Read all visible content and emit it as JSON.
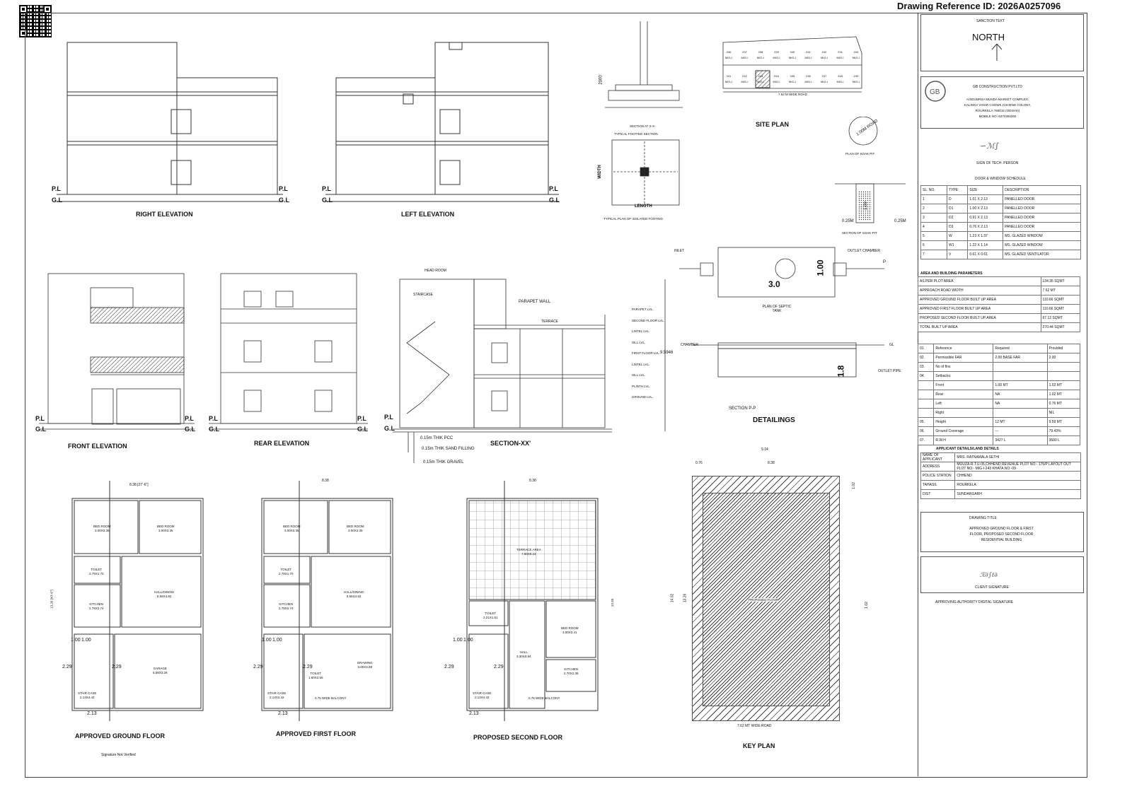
{
  "header": {
    "reference": "Drawing Reference ID: 2026A0257096"
  },
  "views": {
    "right_elevation": "RIGHT ELEVATION",
    "left_elevation": "LEFT ELEVATION",
    "front_elevation": "FRONT ELEVATION",
    "rear_elevation": "REAR ELEVATION",
    "section": "SECTION-XX'",
    "site_plan": "SITE PLAN",
    "detailings": "DETAILINGS",
    "ground_floor": "APPROVED GROUND FLOOR",
    "first_floor": "APPROVED FIRST FLOOR",
    "second_floor": "PROPOSED SECOND FLOOR",
    "key_plan": "KEY PLAN"
  },
  "levels": {
    "pl": "P.L",
    "gl": "G.L"
  },
  "section_notes": {
    "pcc": "0.15m THIK PCC",
    "sand": "0.15m THIK SAND FILLING",
    "gravel": "0.15m THIK GRAVEL",
    "parapet": "PARAPET WALL",
    "terrace": "TERRACE",
    "head_room": "HEAD ROOM",
    "height": "9.5946",
    "staircase": "STAIRCASE",
    "levels": [
      "PARAPET LVL.",
      "SECOND FLOOR LVL.",
      "LINTEL LVL.",
      "SILL LVL.",
      "FIRST FLOOR LVL.",
      "LINTEL LVL.",
      "SILL LVL.",
      "PLINTH LVL.",
      "GROUND LVL."
    ]
  },
  "site": {
    "road": "7.62 M WIDE ROAD",
    "plots_top": [
      "236",
      "237",
      "238",
      "239",
      "240",
      "241",
      "242",
      "231",
      "244"
    ],
    "plots_bottom": [
      "241",
      "242",
      "243",
      "244",
      "245",
      "246",
      "247",
      "248",
      "249"
    ],
    "plot_type": "MIG-I"
  },
  "footing": {
    "section": "SECTION AT X-X",
    "title": "TYPICAL FOOTING SECTION",
    "plan": "TYPICAL PLAN OF ISOLATED FOOTING",
    "length": "LENGTH",
    "width": "WIDTH",
    "depth": "2000"
  },
  "soak": {
    "plan": "PLAN OF SOAK PIT",
    "section": "SECTION OF SOAK-PIT",
    "dim1": "0.25M",
    "dim2": "0.25M",
    "dia": "1.00",
    "ring": "1.00M ROAD"
  },
  "septic": {
    "plan_title": "PLAN OF SEPTIC TANK",
    "len": "3.0",
    "wid": "1.00",
    "depth": "1.8",
    "inlet": "INLET",
    "outlet": "OUTLET CHAMBER",
    "chamber": "CHAMBER",
    "pp": "SECTION P-P",
    "gl": "GL",
    "p": "P",
    "outlet_pipe": "OUTLET PIPE"
  },
  "plans": {
    "ground": {
      "dim_top": "8.38 [27'-6\"]",
      "dim_side": "13.26 [43'-6\"]",
      "rooms": [
        "BED ROOM\n3.00X3.35",
        "BED ROOM\n3.00X3.35",
        "TOILET\n2.79X1.70",
        "HALL/DINING\n5.55X4.82",
        "KITCHEN\n2.79X2.74",
        "GARAGE\n5.58X3.28",
        "STAIR CASE\n2.13X4.42"
      ],
      "dims": [
        "1.00",
        "1.00",
        "2.29",
        "2.29",
        "2.13"
      ]
    },
    "first": {
      "dim_top": "8.38",
      "rooms": [
        "BED ROOM\n3.00X3.35",
        "BED ROOM\n3.00X3.35",
        "TOILET\n2.79X1.70",
        "HALL/DINING\n5.55X4.82",
        "KITCHEN\n2.79X2.74",
        "DRAWING\n3.60X3.69",
        "TOILET\n1.60X2.55",
        "STAIR CASE\n2.13X4.42"
      ],
      "balcony": "0.76 WIDE BALCONY",
      "dims": [
        "1.00",
        "1.00",
        "2.29",
        "2.29",
        "2.13"
      ]
    },
    "second": {
      "dim_top": "8.38",
      "dim_side": "13.26",
      "rooms": [
        "TERRACE AREA\n7.60X8.14",
        "TOILET\n2.21X1.51",
        "BED ROOM\n3.00X3.41",
        "HALL\n3.30X3.84",
        "KITCHEN\n2.70X2.38",
        "STAIR CASE\n2.13X4.42"
      ],
      "balcony": "0.76 WIDE BALCONY",
      "dims": [
        "1.00",
        "1.00",
        "2.29",
        "2.29",
        "2.13"
      ]
    },
    "key": {
      "label": "PROPOSED FLOOR",
      "road": "7.62 MT WIDE ROAD",
      "dim_top": "9.14",
      "dim_a": "0.76",
      "dim_b": "8.38",
      "dim_side": "14.02",
      "dim_s2": "13.26",
      "dim_s3": "1.02",
      "dim_s4": "1.02"
    }
  },
  "signature_stamp": "Signature Not Verified",
  "panel": {
    "sanction_text": "SANCTION TEXT",
    "north": "NORTH",
    "company": "GB CONSTRUCTION PVT.LTD",
    "address": [
      "A/303,BIRSA MUNDA MARKET COMPLEX,",
      "KALINGA VIHAR CHOWK,CHHEND COLONY,",
      "ROURKELA-769015 (ODISHA)",
      "MOBILE NO:-6370455260"
    ],
    "tech_sign": "SIGN OF TECH. PERSON",
    "schedule_title": "DOOR & WINDOW SCHEDULE",
    "schedule_head": [
      "SL. NO.",
      "TYPE",
      "SIZE",
      "DESCRIPTION"
    ],
    "schedule": [
      [
        "1",
        "D",
        "1.01 X 2.13",
        "PANELLED DOOR"
      ],
      [
        "2",
        "D1",
        "1.00 X 2.13",
        "PANELLED DOOR"
      ],
      [
        "3",
        "D2",
        "0.91 X 2.13",
        "PANELLED DOOR"
      ],
      [
        "4",
        "D3",
        "0.76 X 2.13",
        "PANELLED DOOR"
      ],
      [
        "5",
        "W",
        "1.23 X 1.37",
        "MS. GLAZED WINDOW"
      ],
      [
        "6",
        "W1",
        "1.22 X 1.14",
        "MS. GLAZED WINDOW"
      ],
      [
        "7",
        "V",
        "0.61 X 0.61",
        "MS. GLAZED VENTILATOR"
      ]
    ],
    "area_title": "AREA AND BUILDING PARAMETERS",
    "area_rows": [
      [
        "AS PER PLOT AREA",
        "134.35 SQMT"
      ],
      [
        "APPROACH ROAD WIDTH",
        "7.62 MT"
      ],
      [
        "APPROVED GROUND FLOOR BUILT UP AREA",
        "110.66 SQMT"
      ],
      [
        "APPROVED FIRST FLOOR BUILT UP AREA",
        "110.66 SQMT"
      ],
      [
        "PROPOSED SECOND FLOOR BUILT UP AREA",
        "67.12 SQMT"
      ],
      [
        "TOTAL BUILT UP AREA",
        "270.44 SQMT"
      ]
    ],
    "param_head": [
      "01.",
      "Reference",
      "Required",
      "Provided"
    ],
    "param_rows": [
      [
        "02.",
        "Permissible FAR",
        "2.00 BASE FAR",
        "2.00"
      ],
      [
        "03.",
        "No of fins",
        "",
        ""
      ],
      [
        "04.",
        "Setbacks:",
        "",
        ""
      ],
      [
        "",
        "Front",
        "1.00 MT",
        "1.02 MT"
      ],
      [
        "",
        "Rear",
        "NA",
        "1.02 MT"
      ],
      [
        "",
        "Left",
        "NA",
        "0.76 MT"
      ],
      [
        "",
        "Right",
        "",
        "NIL"
      ],
      [
        "05.",
        "Height",
        "12 MT",
        "9.59 MT"
      ],
      [
        "06.",
        "Ground Coverage",
        "---",
        "79.43%"
      ],
      [
        "07.",
        "R.W.H",
        "3427 L",
        "3600 L"
      ]
    ],
    "applicant_title": "APPLICANT DETAILS/LAND DETAILS",
    "applicant_rows": [
      [
        "NAME OF APPLICANT",
        "MRS. RATNAMALA SETHI"
      ],
      [
        "ADDRESS",
        "MOUZA-R.T.U-05,CHHEND REVENUE PLOT NO:- 176/P LAYOUT OUT PLOT NO:- MIG-I-243 KHATA.NO:-09"
      ],
      [
        "POLICE STATION",
        "CHHEND"
      ],
      [
        "TAHASIL",
        "ROURKELA"
      ],
      [
        "DIST",
        "SUNDARGARH"
      ]
    ],
    "drawing_title_label": "DRAWING TITLE",
    "drawing_title": [
      "APPROVED GROUND FLOOR & FIRST",
      "FLOOR, PROPOSED SECOND FLOOR",
      "RESIDENTIAL BUILDING"
    ],
    "client_sign": "CLIENT SIGNATURE",
    "authority_sign": "APPROVING AUTHORITY DIGITAL SIGNATURE"
  }
}
